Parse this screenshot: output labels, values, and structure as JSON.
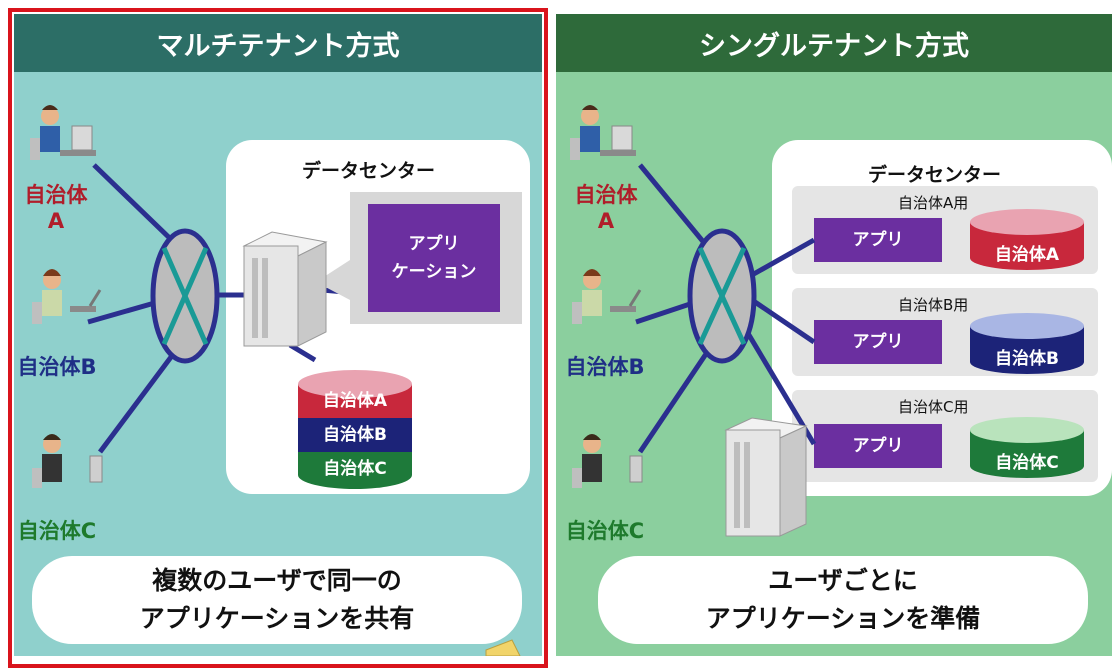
{
  "left": {
    "title": "マルチテナント方式",
    "datacenter_title": "データセンター",
    "app_line1": "アプリ",
    "app_line2": "ケーション",
    "db_layers": [
      "自治体A",
      "自治体B",
      "自治体C"
    ],
    "users": {
      "a_line1": "自治体",
      "a_line2": "A",
      "b": "自治体B",
      "c": "自治体C"
    },
    "summary_line1": "複数のユーザで同一の",
    "summary_line2": "アプリケーションを共有"
  },
  "right": {
    "title": "シングルテナント方式",
    "datacenter_title": "データセンター",
    "rows": [
      {
        "caption": "自治体A用",
        "app": "アプリ",
        "db": "自治体A"
      },
      {
        "caption": "自治体B用",
        "app": "アプリ",
        "db": "自治体B"
      },
      {
        "caption": "自治体C用",
        "app": "アプリ",
        "db": "自治体C"
      }
    ],
    "users": {
      "a_line1": "自治体",
      "a_line2": "A",
      "b": "自治体B",
      "c": "自治体C"
    },
    "summary_line1": "ユーザごとに",
    "summary_line2": "アプリケーションを準備"
  },
  "colors": {
    "left_bg": "#8fd0cc",
    "right_bg": "#8bcf9e",
    "highlight_border": "#d9141c",
    "app": "#6b2fa0",
    "db_a": "#c8283c",
    "db_b": "#1c2378",
    "db_c": "#1e7a3a",
    "line": "#2b2f8f"
  }
}
